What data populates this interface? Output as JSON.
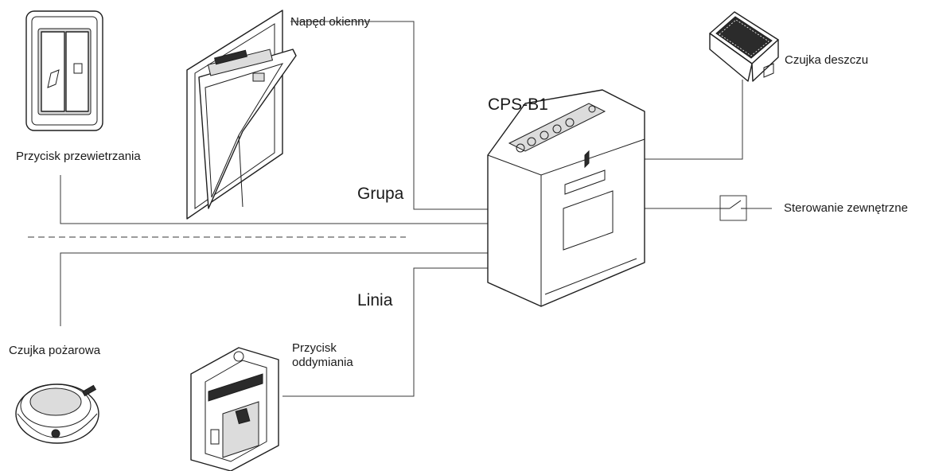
{
  "labels": {
    "window_drive": "Napęd okienny",
    "rain_sensor": "Czujka deszczu",
    "controller": "CPS-B1",
    "vent_button": "Przycisk przewietrzania",
    "group": "Grupa",
    "external_control": "Sterowanie zewnętrzne",
    "line": "Linia",
    "smoke_detector": "Czujka pożarowa",
    "smoke_button_line1": "Przycisk",
    "smoke_button_line2": "oddymiania"
  }
}
